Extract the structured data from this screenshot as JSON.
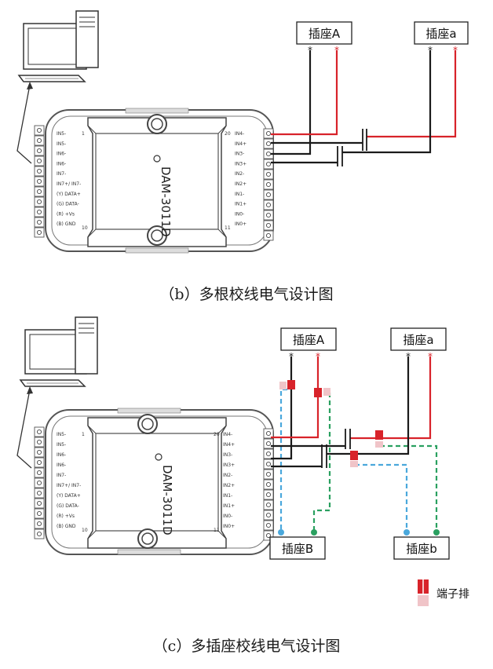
{
  "diagram_b": {
    "caption": "（b）多根校线电气设计图",
    "device_label": "DAM-3011D",
    "socket_a": "插座A",
    "socket_a_small": "插座a"
  },
  "diagram_c": {
    "caption": "（c）多插座校线电气设计图",
    "device_label": "DAM-3011D",
    "socket_a": "插座A",
    "socket_a_small": "插座a",
    "socket_b": "插座B",
    "socket_b_small": "插座b",
    "legend_label": "端子排"
  },
  "left_pins": [
    "IN5-",
    "IN5-",
    "IN6-",
    "IN6-",
    "IN7-",
    "IN7+/ IN7-",
    "(Y) DATA+",
    "(G) DATA-",
    "(R) +Vs",
    "(B) GND"
  ],
  "right_pins": [
    "IN4-",
    "IN4+",
    "IN3-",
    "IN3+",
    "IN2-",
    "IN2+",
    "IN1-",
    "IN1+",
    "IN0-",
    "IN0+"
  ],
  "pin_numbers": {
    "left_top": "1",
    "left_bottom": "10",
    "right_top": "20",
    "right_bottom": "11"
  },
  "colors": {
    "red": "#d8232a",
    "black": "#1a1a1a",
    "blue": "#4aa8dc",
    "green": "#2aa060",
    "pink": "#f0c4c8"
  }
}
